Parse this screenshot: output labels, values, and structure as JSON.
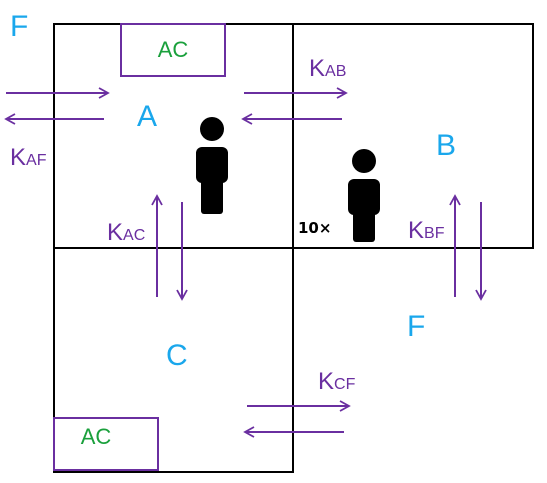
{
  "colors": {
    "zone_label": "#1aa7ec",
    "ac_label": "#1aa03c",
    "arrow": "#6a2fa0",
    "ac_box": "#6a2fa0",
    "wall": "#000000",
    "person": "#000000"
  },
  "labels": {
    "outside_top": "F",
    "outside_right": "F",
    "zone_a": "A",
    "zone_b": "B",
    "zone_c": "C",
    "ac_top": "AC",
    "ac_bottom": "AC",
    "multiplier": "10×"
  },
  "rates": {
    "af": {
      "main": "K",
      "sub": "AF"
    },
    "ab": {
      "main": "K",
      "sub": "AB"
    },
    "ac": {
      "main": "K",
      "sub": "AC"
    },
    "bf": {
      "main": "K",
      "sub": "BF"
    },
    "cf": {
      "main": "K",
      "sub": "CF"
    }
  },
  "icons": {
    "person_a": "person-icon",
    "person_b": "person-icon"
  }
}
